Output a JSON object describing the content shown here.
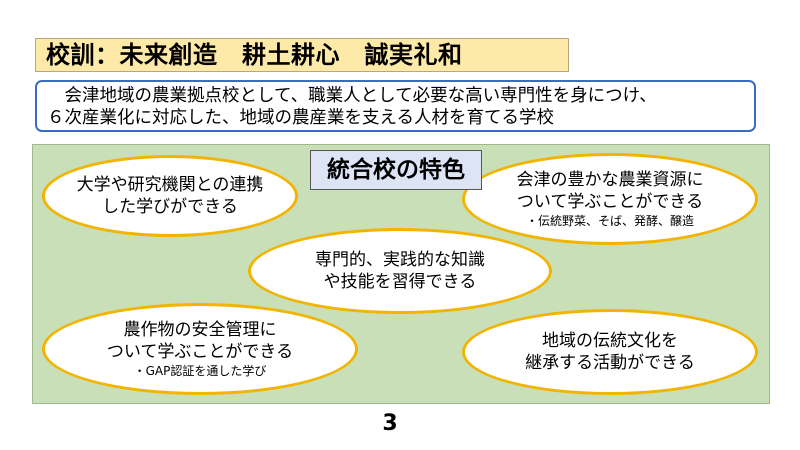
{
  "motto": "校訓：未来創造　耕土耕心　誠実礼和",
  "mission": {
    "line1": "　会津地域の農業拠点校として、職業人として必要な高い専門性を身につけ、",
    "line2": "６次産業化に対応した、地域の農産業を支える人材を育てる学校"
  },
  "features": {
    "title": "統合校の特色",
    "items": [
      {
        "lines": [
          "大学や研究機関との連携",
          "した学びができる"
        ],
        "note": ""
      },
      {
        "lines": [
          "会津の豊かな農業資源に",
          "ついて学ぶことができる"
        ],
        "note": "・伝統野菜、そば、発酵、醸造"
      },
      {
        "lines": [
          "専門的、実践的な知識",
          "や技能を習得できる"
        ],
        "note": ""
      },
      {
        "lines": [
          "農作物の安全管理に",
          "ついて学ぶことができる"
        ],
        "note": "・GAP認証を通した学び"
      },
      {
        "lines": [
          "地域の伝統文化を",
          "継承する活動ができる"
        ],
        "note": ""
      }
    ]
  },
  "page_number": "3",
  "colors": {
    "motto_bg": "#fde9a8",
    "mission_border": "#3a6cc4",
    "panel_bg": "#c9dfb8",
    "title_bg": "#dce4f6",
    "ellipse_border": "#f2b400"
  }
}
